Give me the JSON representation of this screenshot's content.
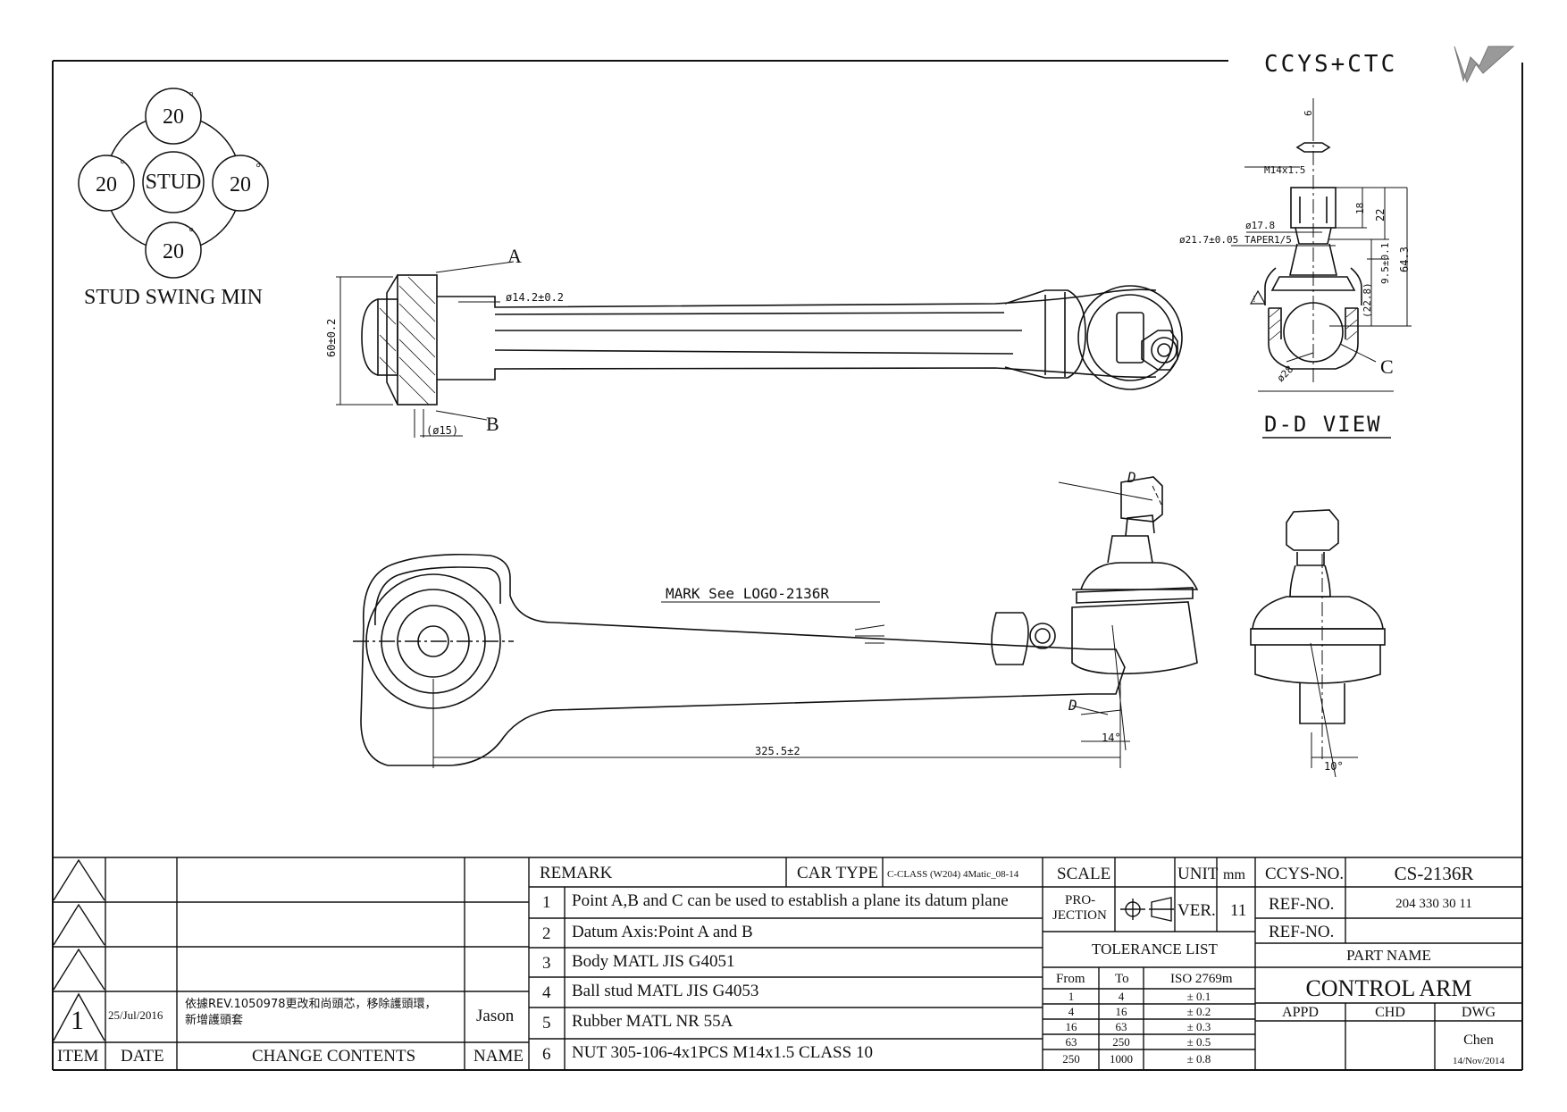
{
  "brand": {
    "wordmark": "CCYS+CTC"
  },
  "swing": {
    "top": "20",
    "left": "20",
    "right": "20",
    "bottom": "20",
    "center": "STUD",
    "deg": "°",
    "caption": "STUD SWING MIN"
  },
  "dims": {
    "point_a": "A",
    "point_b": "B",
    "point_c": "C",
    "bushing_dia": "ø14.2±0.2",
    "bushing_width": "60±0.2",
    "bushing_id": "(ø15)",
    "mark": "MARK See LOGO-2136R",
    "length": "325.5±2",
    "angle1": "14°",
    "angle2": "10°",
    "section_d1": "D",
    "section_d2": "D",
    "thread": "M14x1.5",
    "nut_dim": "6",
    "dim_18": "18",
    "dim_22": "22",
    "dim_64": "64.3",
    "dim_95": "9.5±0.1",
    "dim_228": "(22.8)",
    "dia_178": "ø17.8",
    "taper": "ø21.7±0.05 TAPER1/5",
    "ball_dia": "ø28",
    "view_title": "D-D VIEW",
    "warning": "!"
  },
  "titleblock": {
    "rev_marks": [
      "",
      "",
      "",
      "1"
    ],
    "rev_date": "25/Jul/2016",
    "rev_change_1": "依據REV.1050978更改和尚頭芯，移除護頭環，",
    "rev_change_2": "新增護頭套",
    "rev_name": "Jason",
    "hdr_item": "ITEM",
    "hdr_date": "DATE",
    "hdr_change": "CHANGE CONTENTS",
    "hdr_name": "NAME",
    "remark_label": "REMARK",
    "cartype_label": "CAR TYPE",
    "cartype_value": "C-CLASS (W204) 4Matic_08-14",
    "remarks": [
      {
        "no": "1",
        "text": "Point A,B and C can be used to establish a plane its datum plane"
      },
      {
        "no": "2",
        "text": "Datum Axis:Point A and B"
      },
      {
        "no": "3",
        "text": "Body MATL JIS G4051"
      },
      {
        "no": "4",
        "text": "Ball stud MATL JIS G4053"
      },
      {
        "no": "5",
        "text": "Rubber MATL NR 55A"
      },
      {
        "no": "6",
        "text": "NUT 305-106-4x1PCS M14x1.5 CLASS 10"
      }
    ],
    "scale_label": "SCALE",
    "scale_value": "",
    "unit_label": "UNIT",
    "unit_value": "mm",
    "projection_label_1": "PRO-",
    "projection_label_2": "JECTION",
    "ver_label": "VER.",
    "ver_value": "11",
    "tolerance_title": "TOLERANCE LIST",
    "tol_from": "From",
    "tol_to": "To",
    "tol_std": "ISO 2769m",
    "tolerances": [
      {
        "from": "1",
        "to": "4",
        "tol": "± 0.1"
      },
      {
        "from": "4",
        "to": "16",
        "tol": "± 0.2"
      },
      {
        "from": "16",
        "to": "63",
        "tol": "± 0.3"
      },
      {
        "from": "63",
        "to": "250",
        "tol": "± 0.5"
      },
      {
        "from": "250",
        "to": "1000",
        "tol": "± 0.8"
      }
    ],
    "ccys_label": "CCYS-NO.",
    "ccys_value": "CS-2136R",
    "ref_label_1": "REF-NO.",
    "ref_value_1": "204 330 30 11",
    "ref_label_2": "REF-NO.",
    "ref_value_2": "",
    "partname_label": "PART NAME",
    "partname_value": "CONTROL ARM",
    "appd_label": "APPD",
    "chd_label": "CHD",
    "dwg_label": "DWG",
    "dwg_name": "Chen",
    "dwg_date": "14/Nov/2014"
  }
}
